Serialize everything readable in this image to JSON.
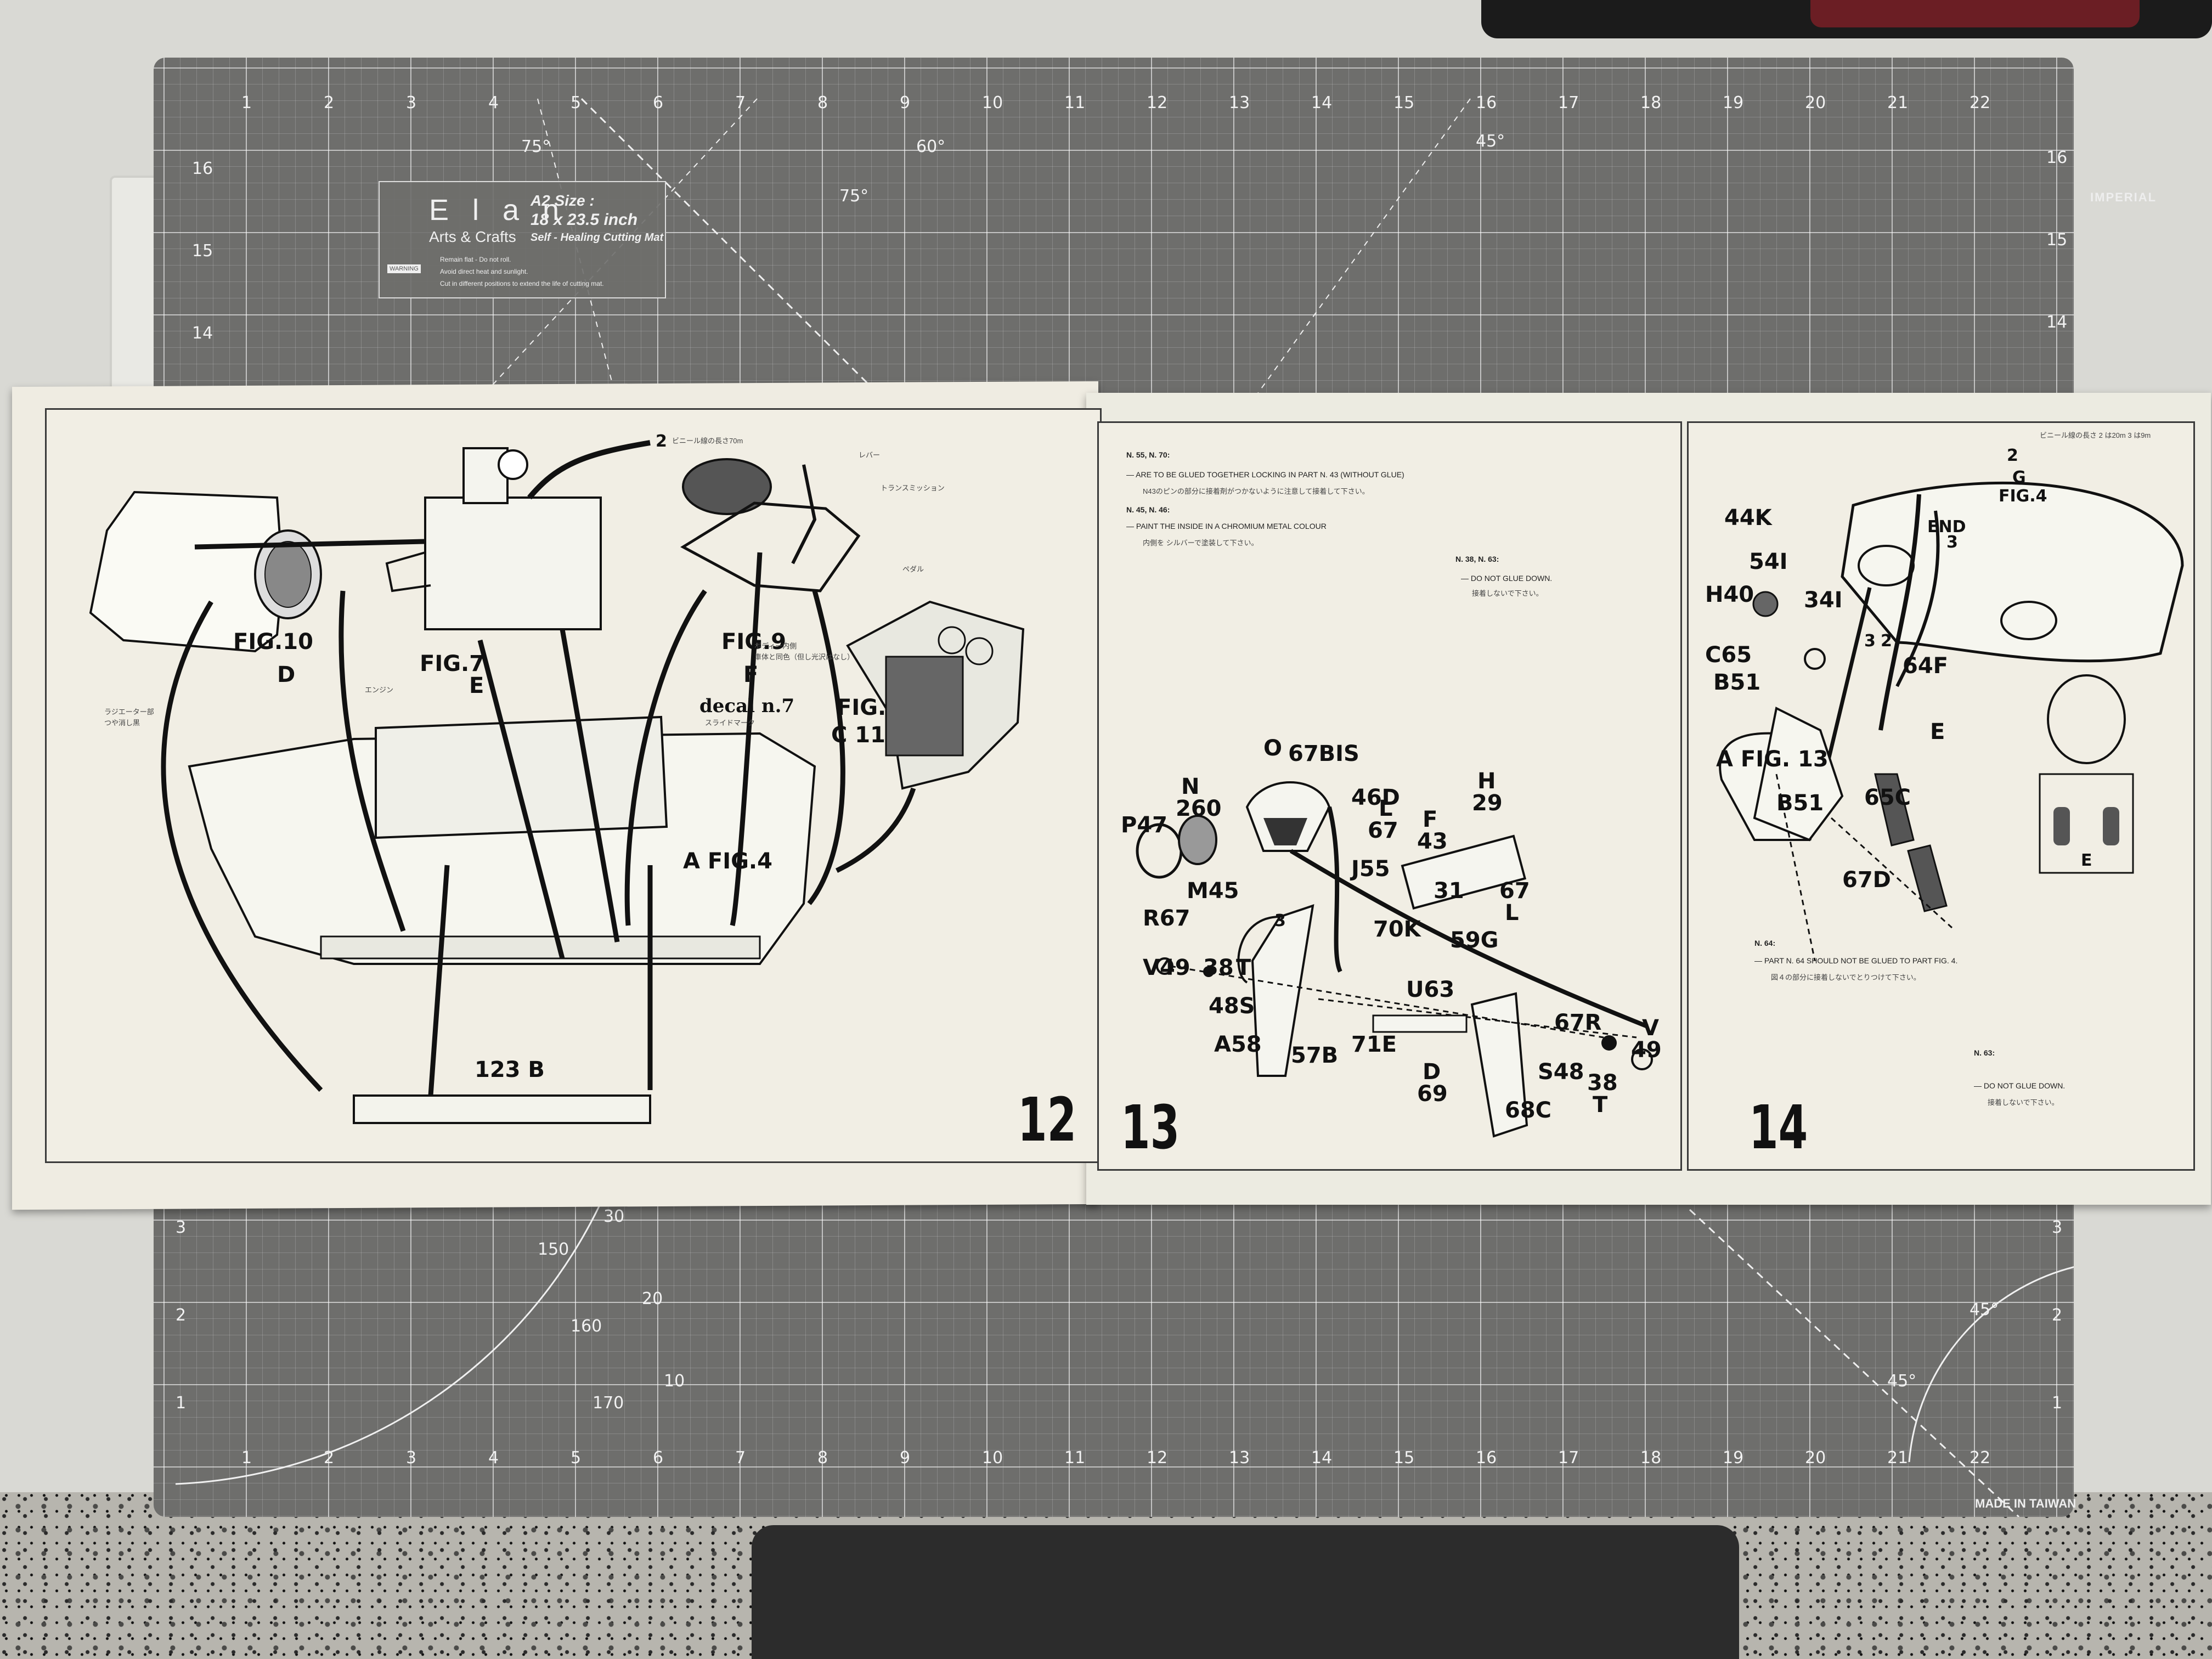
{
  "mat": {
    "brand": "E l a n",
    "brand_sub": "Arts & Crafts",
    "size_line1": "A2 Size :",
    "size_line2": "18 x 23.5 inch",
    "size_line3": "Self - Healing Cutting Mat",
    "warning_badge": "WARNING",
    "rules": [
      "Remain flat - Do not roll.",
      "Avoid direct heat and sunlight.",
      "Cut in different positions to extend the life of cutting mat."
    ],
    "imperial_label": "IMPERIAL",
    "made_in": "MADE IN TAIWAN",
    "top_ruler": [
      "1",
      "2",
      "3",
      "4",
      "5",
      "6",
      "7",
      "8",
      "9",
      "10",
      "11",
      "12",
      "13",
      "14",
      "15",
      "16",
      "17",
      "18",
      "19",
      "20",
      "21",
      "22"
    ],
    "left_ruler": [
      "16",
      "15",
      "14"
    ],
    "right_ruler": [
      "16",
      "15",
      "14"
    ],
    "bottom_ruler": [
      "1",
      "2",
      "3",
      "4",
      "5",
      "6",
      "7",
      "8",
      "9",
      "10",
      "11",
      "12",
      "13",
      "14",
      "15",
      "16",
      "17",
      "18",
      "19",
      "20",
      "21",
      "22"
    ],
    "lower_left_ruler": [
      "3",
      "2",
      "1"
    ],
    "lower_right_ruler": [
      "3",
      "2",
      "1"
    ],
    "angles": [
      "75°",
      "60°",
      "45°",
      "75°",
      "45°",
      "45°"
    ],
    "protractor": [
      "30",
      "150",
      "20",
      "160",
      "10",
      "170"
    ]
  },
  "step12": {
    "number": "12",
    "labels": [
      "FIG.10",
      "D",
      "FIG.7",
      "E",
      "FIG.9",
      "F",
      "FIG.",
      "C 11",
      "decal n.7",
      "A FIG.4",
      "123 B",
      "2"
    ],
    "jp_notes": [
      "ビニール線の長さ70m",
      "レバー",
      "トランスミッション",
      "ペダル",
      "ボディー内側",
      "車体と同色（但し光沢はなし）",
      "スライドマーク",
      "エンジン",
      "ラジエーター部",
      "つや消し黒"
    ]
  },
  "step13": {
    "number": "13",
    "notes": [
      {
        "head": "N. 55, N. 70:",
        "text": "— ARE TO BE GLUED TOGETHER LOCKING IN PART N. 43 (WITHOUT GLUE)",
        "jp": "N43のピンの部分に接着剤がつかないように注意して接着して下さい。"
      },
      {
        "head": "N. 45, N. 46:",
        "text": "— PAINT THE INSIDE IN A CHROMIUM METAL COLOUR",
        "jp": "内側を シルバーで塗装して下さい。"
      },
      {
        "head": "N. 38, N. 63:",
        "text": "— DO NOT GLUE DOWN.",
        "jp": "接着しないで下さい。"
      }
    ],
    "labels": [
      "P47",
      "N",
      "260",
      "O",
      "67BIS",
      "46D",
      "L",
      "67",
      "F",
      "43",
      "H",
      "29",
      "J55",
      "M45",
      "R67",
      "3",
      "31",
      "67",
      "L",
      "70K",
      "59G",
      "V49",
      "38",
      "T",
      "48S",
      "A58",
      "57B",
      "U63",
      "71E",
      "67R",
      "V",
      "49",
      "D",
      "69",
      "S48",
      "38",
      "T",
      "68C"
    ]
  },
  "step14": {
    "number": "14",
    "labels": [
      "44K",
      "54I",
      "H40",
      "34I",
      "C65",
      "B51",
      "A FIG. 13",
      "B51",
      "64F",
      "E",
      "65C",
      "67D",
      "2",
      "G",
      "FIG.4",
      "END",
      "3",
      "3",
      "2",
      "E"
    ],
    "notes": [
      {
        "head": "N. 64:",
        "text": "— PART N. 64 SHOULD NOT BE GLUED TO PART FIG. 4.",
        "jp": "図４の部分に接着しないでとりつけて下さい。"
      },
      {
        "head": "N. 63:",
        "text": "— DO NOT GLUE DOWN.",
        "jp": "接着しないで下さい。"
      }
    ],
    "jp_top": "ビニール線の長さ 2 は20m 3 は9m"
  }
}
